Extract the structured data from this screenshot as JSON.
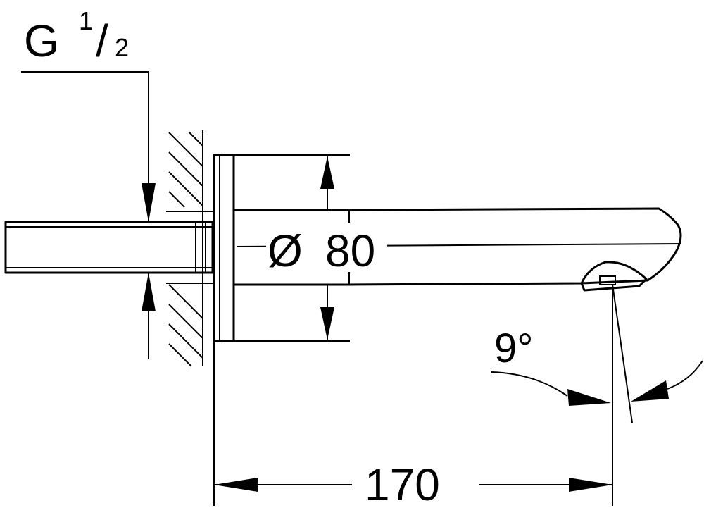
{
  "drawing": {
    "thread_size": {
      "prefix": "G",
      "numerator": "1",
      "slash": "/",
      "denominator": "2"
    },
    "diameter": {
      "symbol": "Ø",
      "value": "80"
    },
    "angle": {
      "value": "9°"
    },
    "projection": {
      "value": "170"
    }
  }
}
